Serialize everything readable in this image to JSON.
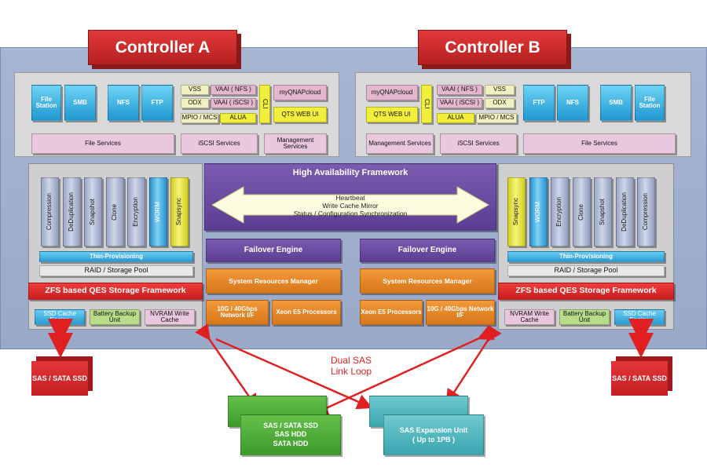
{
  "controllers": {
    "a_title": "Controller A",
    "b_title": "Controller B"
  },
  "services": {
    "file_station": "File Station",
    "smb": "SMB",
    "nfs": "NFS",
    "ftp": "FTP",
    "vss": "VSS",
    "vaai_nfs": "VAAI ( NFS )",
    "odx": "ODX",
    "vaai_iscsi": "VAAI ( iSCSI )",
    "mpio": "MPIO / MCS",
    "alua": "ALUA",
    "cli": "CLI",
    "myqnapcloud": "myQNAPcloud",
    "qts_web_ui": "QTS WEB UI",
    "file_services": "File Services",
    "iscsi_services": "iSCSI Services",
    "management_services": "Management Services"
  },
  "storage": {
    "features": [
      "Compression",
      "DeDuplication",
      "Snapshot",
      "Clone",
      "Encryption",
      "WORM",
      "Snapsync"
    ],
    "thin_provisioning": "Thin-Provisioning",
    "raid": "RAID / Storage Pool",
    "zfs": "ZFS based QES Storage Framework",
    "ssd_cache": "SSD Cache Engine",
    "battery": "Battery Backup Unit",
    "nvram": "NVRAM Write Cache"
  },
  "ha": {
    "title": "High Availability Framework",
    "heartbeat": "Heartbeat",
    "mirror": "Write Cache Mirror",
    "sync": "Status / Configuration Synchronization",
    "failover": "Failover Engine",
    "resources": "System Resources Manager",
    "network": "10G / 40Gbps Network I/F",
    "xeon": "Xeon E5 Processors"
  },
  "external": {
    "sas_sata_ssd": "SAS / SATA SSD",
    "dual_sas_1": "Dual SAS",
    "dual_sas_2": "Link Loop",
    "disks_1": "SAS / SATA SSD",
    "disks_2": "SAS HDD",
    "disks_3": "SATA HDD",
    "expansion_1": "SAS Expansion Unit",
    "expansion_2": "( Up to 1PB )"
  },
  "colors": {
    "controller_red": "#d12b2b",
    "ha_purple": "#6a4ba2",
    "service_blue": "#2aa3dc",
    "orange": "#e8892a",
    "green": "#4cae38",
    "teal": "#4db4bd",
    "link_red": "#e02020"
  }
}
